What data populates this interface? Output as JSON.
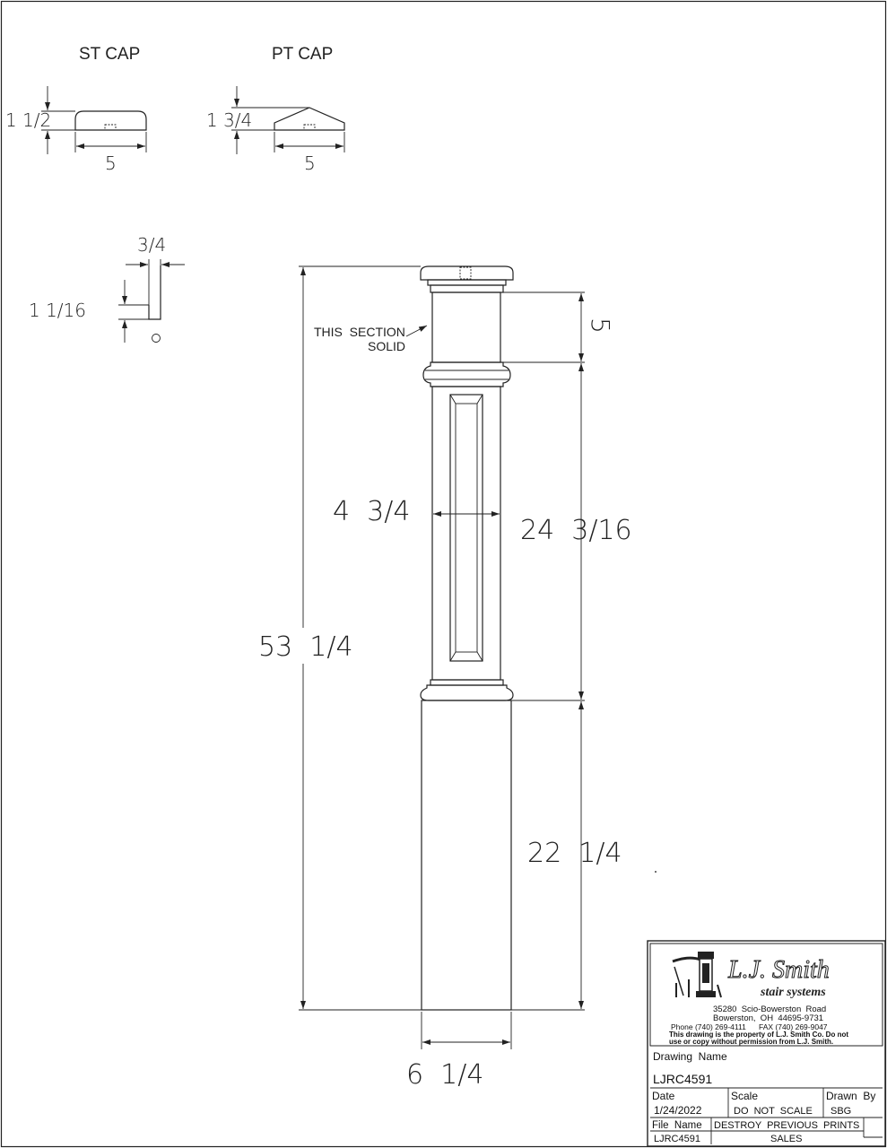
{
  "caps": {
    "st_title": "ST CAP",
    "st_height": "1 1/2",
    "st_width": "5",
    "pt_title": "PT CAP",
    "pt_height": "1 3/4",
    "pt_width": "5"
  },
  "detail": {
    "width": "3/4",
    "height": "1 1/16"
  },
  "post": {
    "note_line1": "THIS  SECTION",
    "note_line2": "SOLID",
    "dim_solid": "5",
    "dim_panel_height": "24  3/16",
    "dim_panel_width": "4  3/4",
    "dim_overall": "53  1/4",
    "dim_base": "22  1/4",
    "dim_width": "6  1/4"
  },
  "title_block": {
    "brand": "L.J. Smith",
    "brand_sub": "stair systems",
    "address1": "35280  Scio-Bowerston  Road",
    "address2": "Bowerston,  OH  44695-9731",
    "phone": "Phone (740) 269-4111      FAX (740) 269-9047",
    "notice1": "This drawing is the property of L.J. Smith Co. Do not",
    "notice2": "use or copy without permission from L.J. Smith.",
    "drawing_name_label": "Drawing  Name",
    "drawing_name": "LJRC4591",
    "date_label": "Date",
    "date": "1/24/2022",
    "scale_label": "Scale",
    "scale": "DO  NOT  SCALE",
    "drawn_by_label": "Drawn  By",
    "drawn_by": "SBG",
    "file_name_label": "File  Name",
    "file_name": "LJRC4591",
    "destroy": "DESTROY  PREVIOUS  PRINTS",
    "sales": "SALES"
  }
}
